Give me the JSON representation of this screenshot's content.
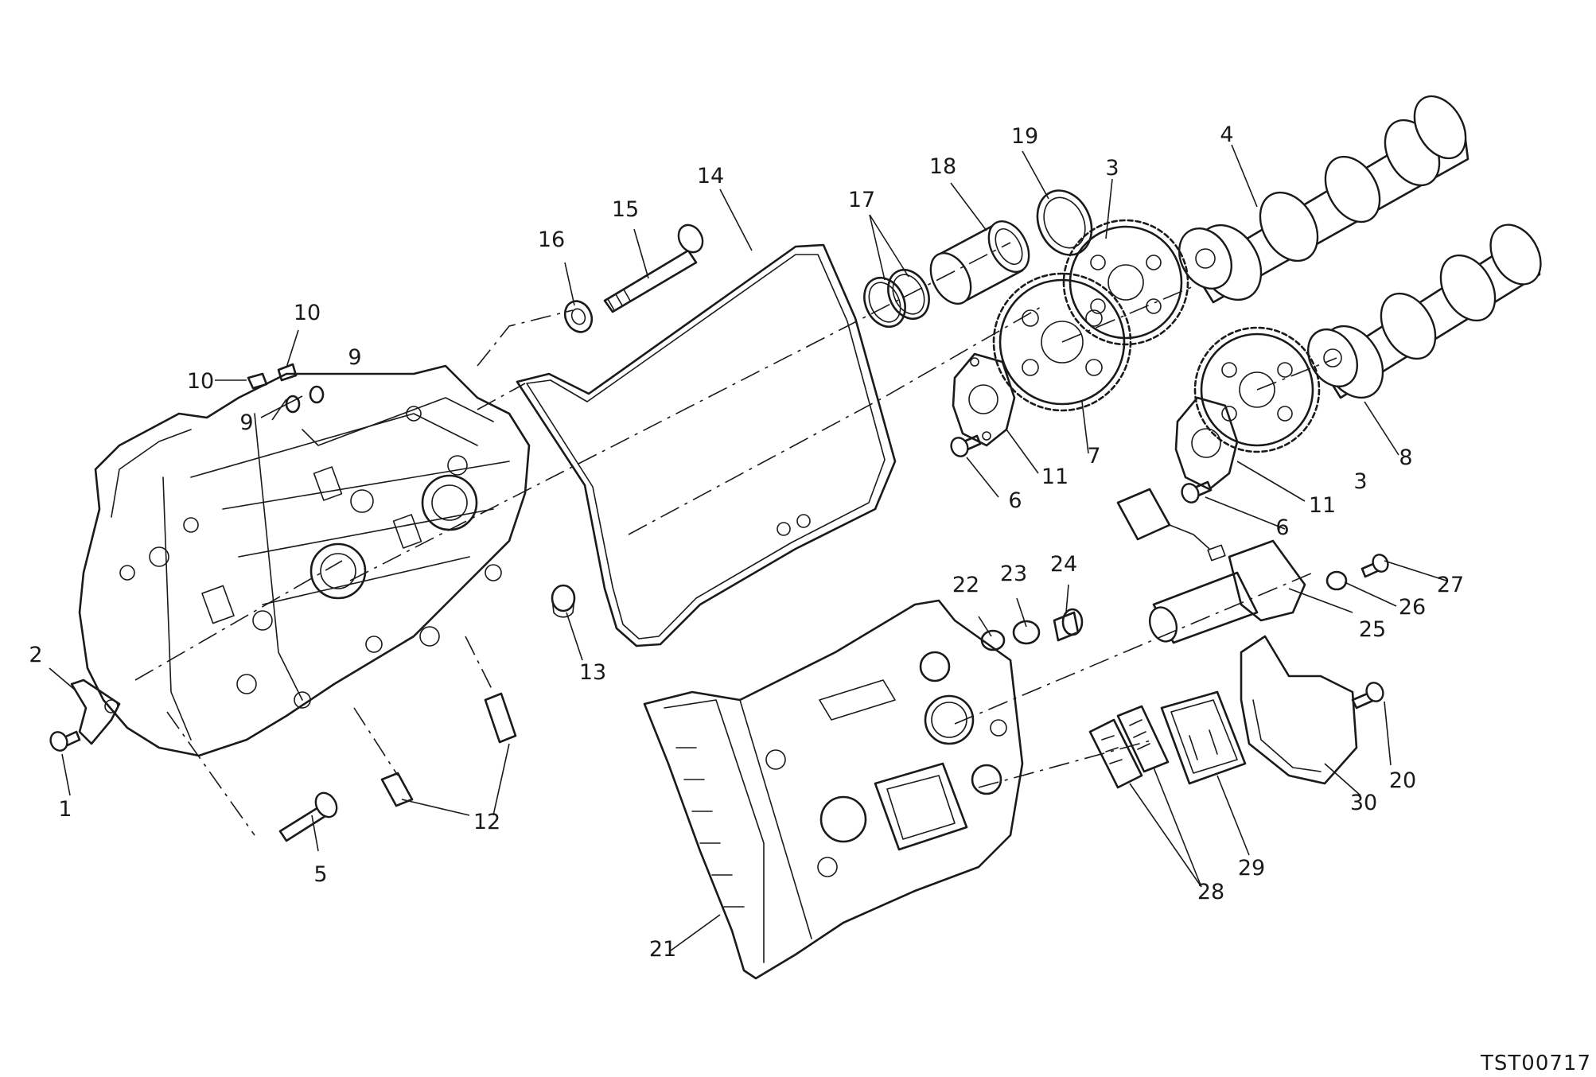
{
  "diagram": {
    "reference_code": "TST00717",
    "callouts": [
      "1",
      "2",
      "3",
      "3",
      "4",
      "5",
      "6",
      "6",
      "7",
      "8",
      "9",
      "9",
      "10",
      "10",
      "11",
      "11",
      "12",
      "13",
      "14",
      "15",
      "16",
      "17",
      "18",
      "19",
      "20",
      "21",
      "22",
      "23",
      "24",
      "25",
      "26",
      "27",
      "28",
      "29",
      "30"
    ],
    "parts": [
      "cylinder-head",
      "cylinder-head-cover",
      "cover-gasket",
      "camshaft-upper",
      "camshaft-lower",
      "camshaft-gear-upper",
      "camshaft-gear-lower",
      "timing-gear",
      "retaining-plate-upper",
      "retaining-plate-lower",
      "shaft-bush",
      "seal-ring",
      "o-ring-pair",
      "bolt-long",
      "washer",
      "temperature-sensor",
      "ignition-coil",
      "cable-connector",
      "breather-cover",
      "filter-element",
      "reed-valve-pair",
      "stud-pair",
      "dowel",
      "bracket",
      "screw",
      "bolt-short",
      "fittings"
    ]
  }
}
